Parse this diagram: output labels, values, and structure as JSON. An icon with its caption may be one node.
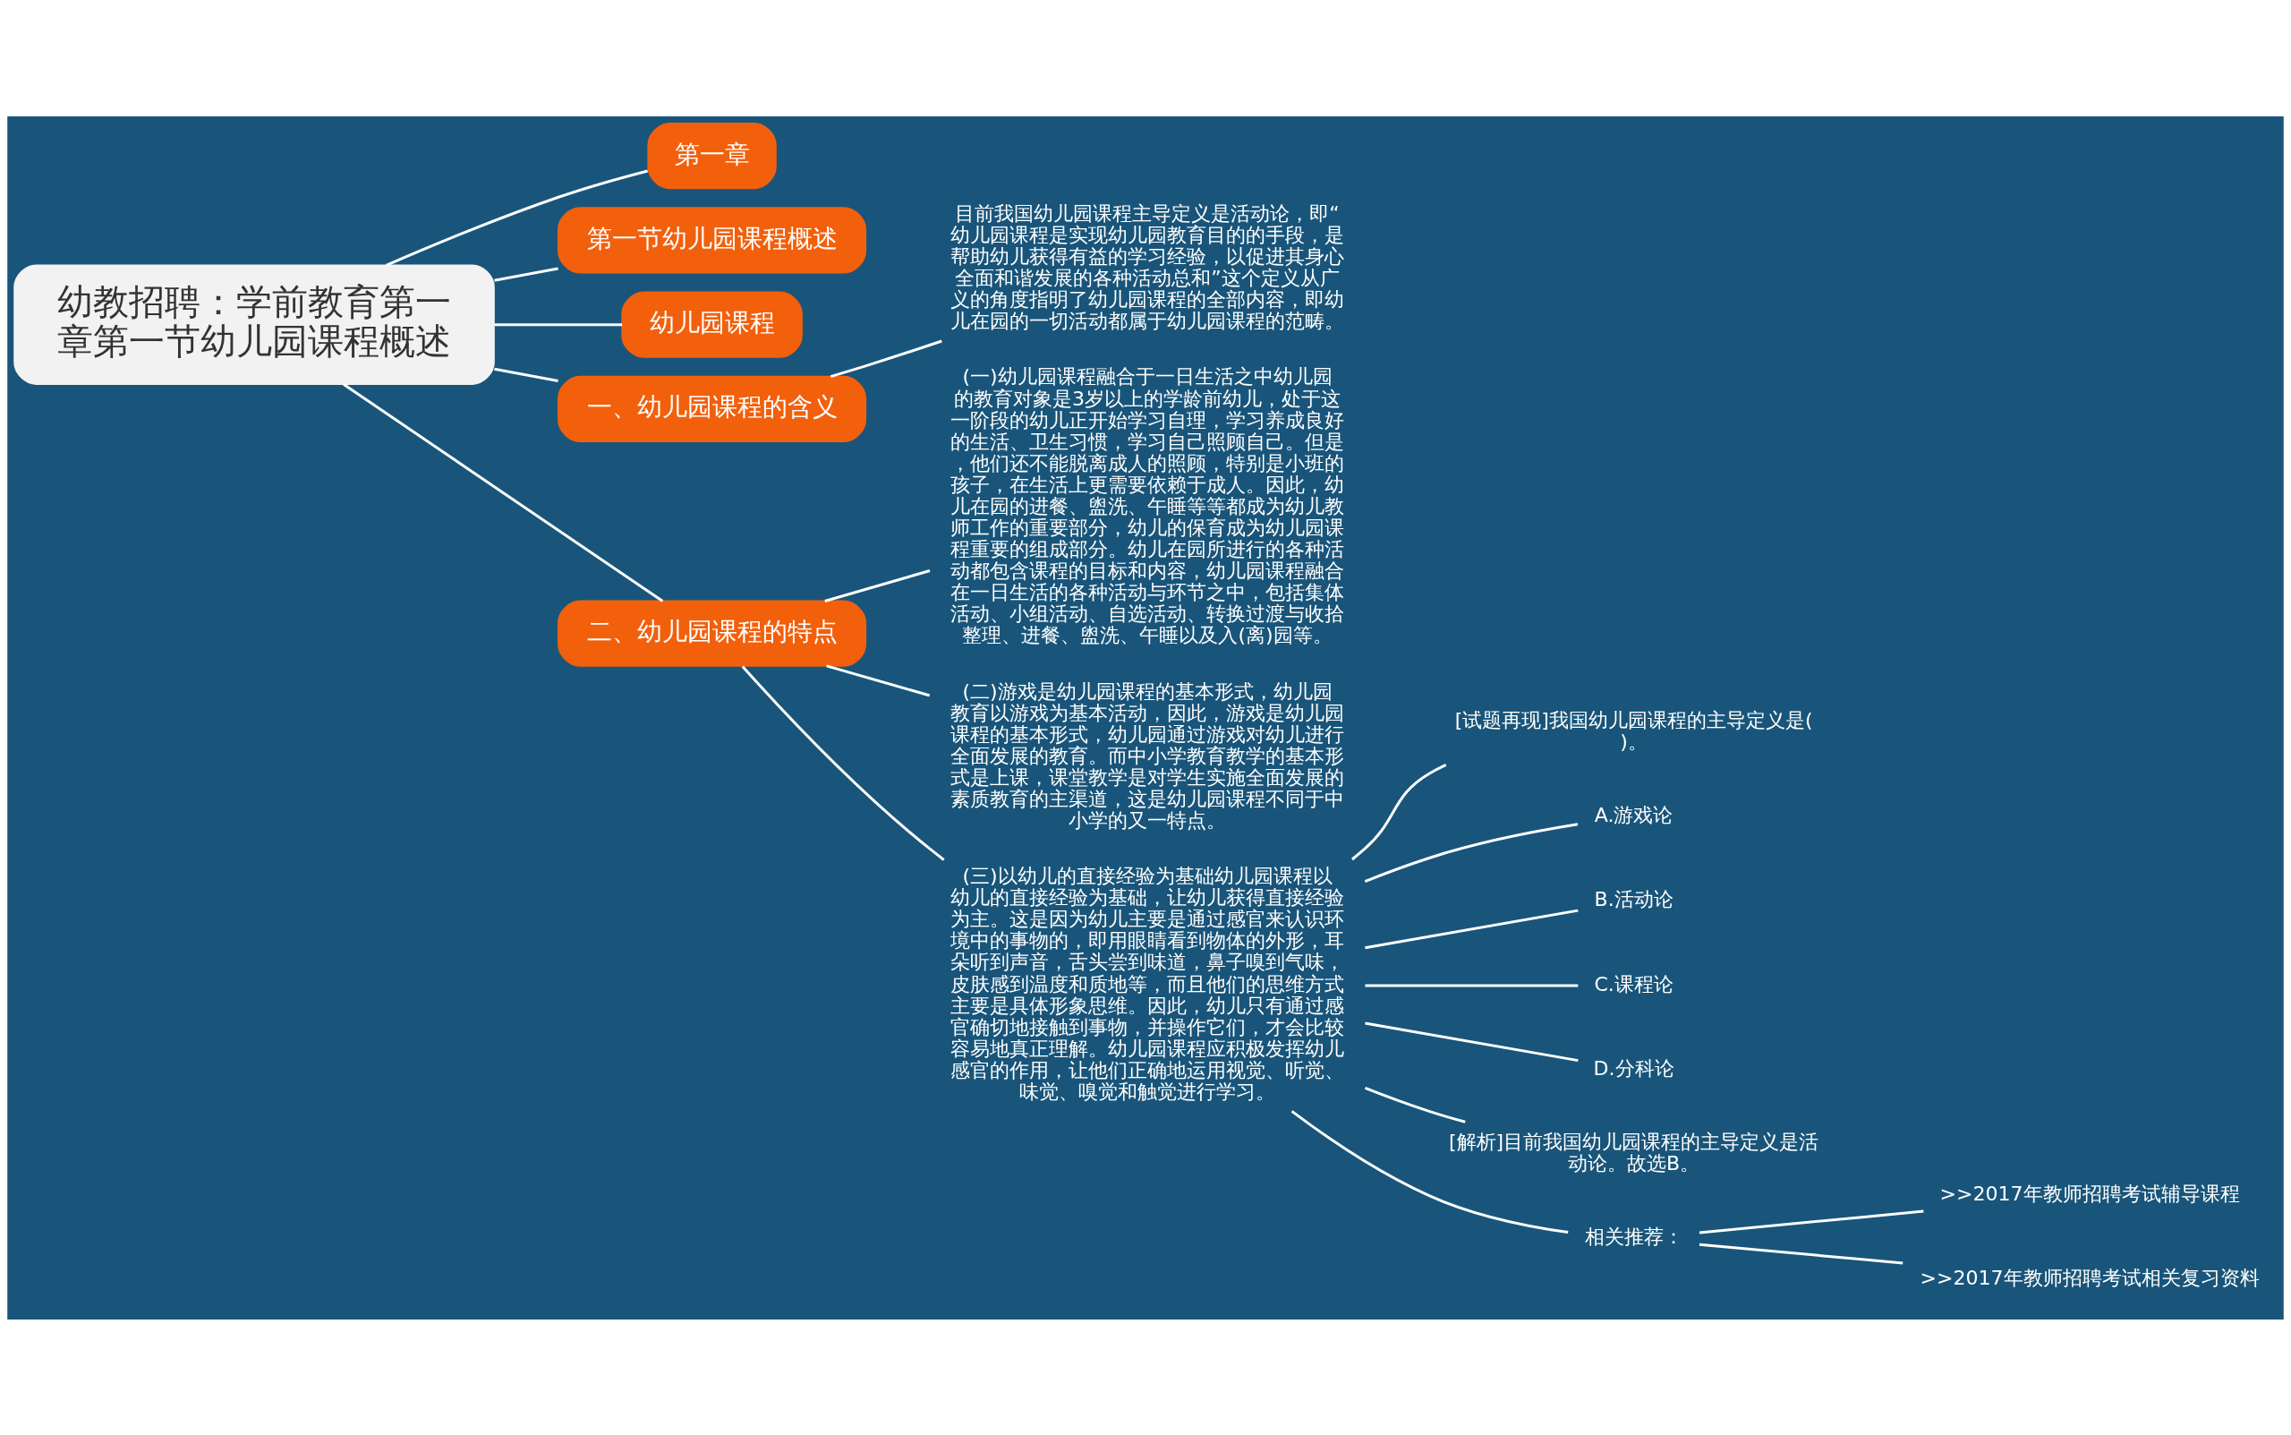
{
  "diagram": {
    "nodes": [
      {
        "text": [
          "幼教招聘：学前教育第一章第一节幼儿园课程概述"
        ]
      },
      {
        "text": [
          "第一章"
        ]
      },
      {
        "text": [
          "第一节幼儿园课程概述"
        ]
      },
      {
        "text": [
          "幼儿园课程"
        ]
      },
      {
        "text": [
          "一、幼儿园课程的含义"
        ]
      },
      {
        "text": [
          "二、幼儿园课程的特点"
        ]
      },
      {
        "text": [
          "目前我国幼儿园课程主导定义是活动论，即“幼儿园课程是实现幼儿园教育目的的手段，是帮助幼儿获得有益的学习经验，以促进其身心全面和谐发展的各种活动总和”这个定义从广义的角度指明了幼儿园课程的全部内容，即幼儿在园的一切活动都属于幼儿园课程的范畴。"
        ]
      },
      {
        "text": [
          "(一)幼儿园课程融合于一日生活之中幼儿园的教育对象是3岁以上的学龄前幼儿，处于这一阶段的幼儿正开始学习自理，学习养成良好的生活、卫生习惯，学习自己照顾自己。但是，他们还不能脱离成人的照顾，特别是小班的孩子，在生活上更需要依赖于成人。因此，幼儿在园的进餐、盥洗、午睡等等都成为幼儿教师工作的重要部分，幼儿的保育成为幼儿园课程重要的组成部分。幼儿在园所进行的各种活动都包含课程的目标和内容，幼儿园课程融合在一日生活的各种活动与环节之中，包括集体活动、小组活动、自选活动、转换过渡与收拾整理、进餐、盥洗、午睡以及入(离)园等。"
        ]
      },
      {
        "text": [
          "(二)游戏是幼儿园课程的基本形式，幼儿园教育以游戏为基本活动，因此，游戏是幼儿园课程的基本形式，幼儿园通过游戏对幼儿进行全面发展的教育。而中小学教育教学的基本形式是上课，课堂教学是对学生实施全面发展的素质教育的主渠道，这是幼儿园课程不同于中小学的又一特点。"
        ]
      },
      {
        "text": [
          "(三)以幼儿的直接经验为基础幼儿园课程以幼儿的直接经验为基础，让幼儿获得直接经验为主。这是因为幼儿主要是通过感官来认识环境中的事物的，即用眼睛看到物体的外形，耳朵听到声音，舌头尝到味道，鼻子嗅到气味，皮肤感到温度和质地等，而且他们的思维方式主要是具体形象思维。因此，幼儿只有通过感官确切地接触到事物，并操作它们，才会比较容易地真正理解。幼儿园课程应积极发挥幼儿感官的作用，让他们正确地运用视觉、听觉、味觉、嗅觉和触觉进行学习。"
        ]
      },
      {
        "text": [
          "[试题再现]我国幼儿园课程的主导定义是()。"
        ]
      },
      {
        "text": [
          "A.游戏论"
        ]
      },
      {
        "text": [
          "B.活动论"
        ]
      },
      {
        "text": [
          "C.课程论"
        ]
      },
      {
        "text": [
          "D.分科论"
        ]
      },
      {
        "text": [
          "[解析]目前我国幼儿园课程的主导定义是活动论。故选B。"
        ]
      },
      {
        "text": [
          "相关推荐："
        ]
      },
      {
        "text": [
          ">>2017年教师招聘考试辅导课程"
        ]
      },
      {
        "text": [
          ">>2017年教师招聘考试相关复习资料"
        ]
      }
    ],
    "edges": [
      {
        "from": 0,
        "to": 1,
        "arrow": "none"
      },
      {
        "from": 0,
        "to": 2,
        "arrow": "none"
      },
      {
        "from": 0,
        "to": 3,
        "arrow": "none"
      },
      {
        "from": 0,
        "to": 4,
        "arrow": "none"
      },
      {
        "from": 0,
        "to": 5,
        "arrow": "none"
      },
      {
        "from": 4,
        "to": 6,
        "arrow": "none"
      },
      {
        "from": 5,
        "to": 7,
        "arrow": "none"
      },
      {
        "from": 5,
        "to": 8,
        "arrow": "none"
      },
      {
        "from": 5,
        "to": 9,
        "arrow": "none"
      },
      {
        "from": 9,
        "to": 10,
        "arrow": "none"
      },
      {
        "from": 9,
        "to": 11,
        "arrow": "none"
      },
      {
        "from": 9,
        "to": 12,
        "arrow": "none"
      },
      {
        "from": 9,
        "to": 13,
        "arrow": "none"
      },
      {
        "from": 9,
        "to": 14,
        "arrow": "none"
      },
      {
        "from": 9,
        "to": 15,
        "arrow": "none"
      },
      {
        "from": 9,
        "to": 16,
        "arrow": "none"
      },
      {
        "from": 16,
        "to": 17,
        "arrow": "none"
      },
      {
        "from": 16,
        "to": 18,
        "arrow": "none"
      }
    ]
  }
}
